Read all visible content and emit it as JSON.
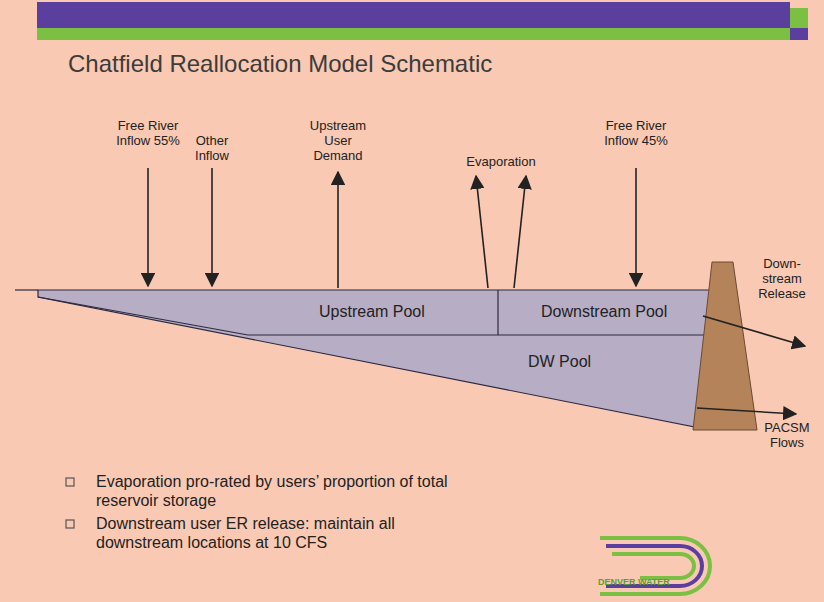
{
  "diagram": {
    "title": "Chatfield Reallocation Model Schematic",
    "nodes": [
      {
        "text": [
          "Upstream Pool"
        ]
      },
      {
        "text": [
          "Downstream Pool"
        ]
      },
      {
        "text": [
          "DW Pool"
        ]
      }
    ],
    "labels": [
      "Free River Inflow 55%",
      "Other Inflow",
      "Upstream User Demand",
      "Evaporation",
      "Free River Inflow 45%",
      "Down- stream Release",
      "PACSM Flows",
      "Evaporation pro-rated by users’ proportion of total reservoir storage",
      "Downstream user ER release: maintain all downstream locations at 10 CFS",
      "DENVER WATER"
    ]
  }
}
